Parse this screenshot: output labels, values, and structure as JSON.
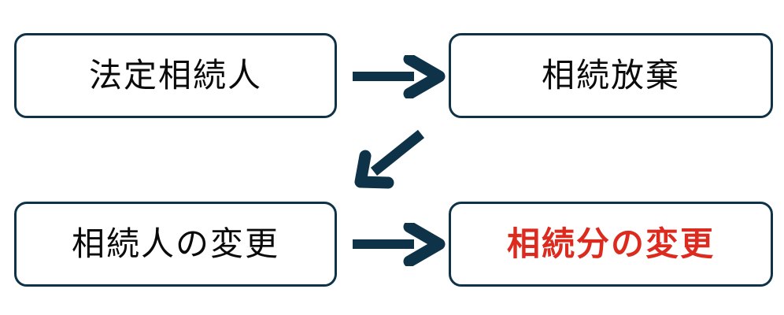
{
  "diagram": {
    "type": "flowchart",
    "colors": {
      "background": "#ffffff",
      "outline": "#0e3349",
      "arrow": "#0e3349",
      "node_text": "#0a0a0a",
      "emphasis_text": "#dc2b1e"
    },
    "nodes": [
      {
        "id": "legal-heirs",
        "label": "法定相続人",
        "row": "top",
        "col": "left",
        "emphasis": false
      },
      {
        "id": "inheritance-renunciation",
        "label": "相続放棄",
        "row": "top",
        "col": "right",
        "emphasis": false
      },
      {
        "id": "change-of-heirs",
        "label": "相続人の変更",
        "row": "bottom",
        "col": "left",
        "emphasis": false
      },
      {
        "id": "change-of-shares",
        "label": "相続分の変更",
        "row": "bottom",
        "col": "right",
        "emphasis": true
      }
    ],
    "edges": [
      {
        "from": "法定相続人",
        "to": "相続放棄",
        "direction": "right"
      },
      {
        "from": "相続放棄",
        "to": "相続人の変更",
        "direction": "down-left"
      },
      {
        "from": "相続人の変更",
        "to": "相続分の変更",
        "direction": "right"
      }
    ]
  }
}
